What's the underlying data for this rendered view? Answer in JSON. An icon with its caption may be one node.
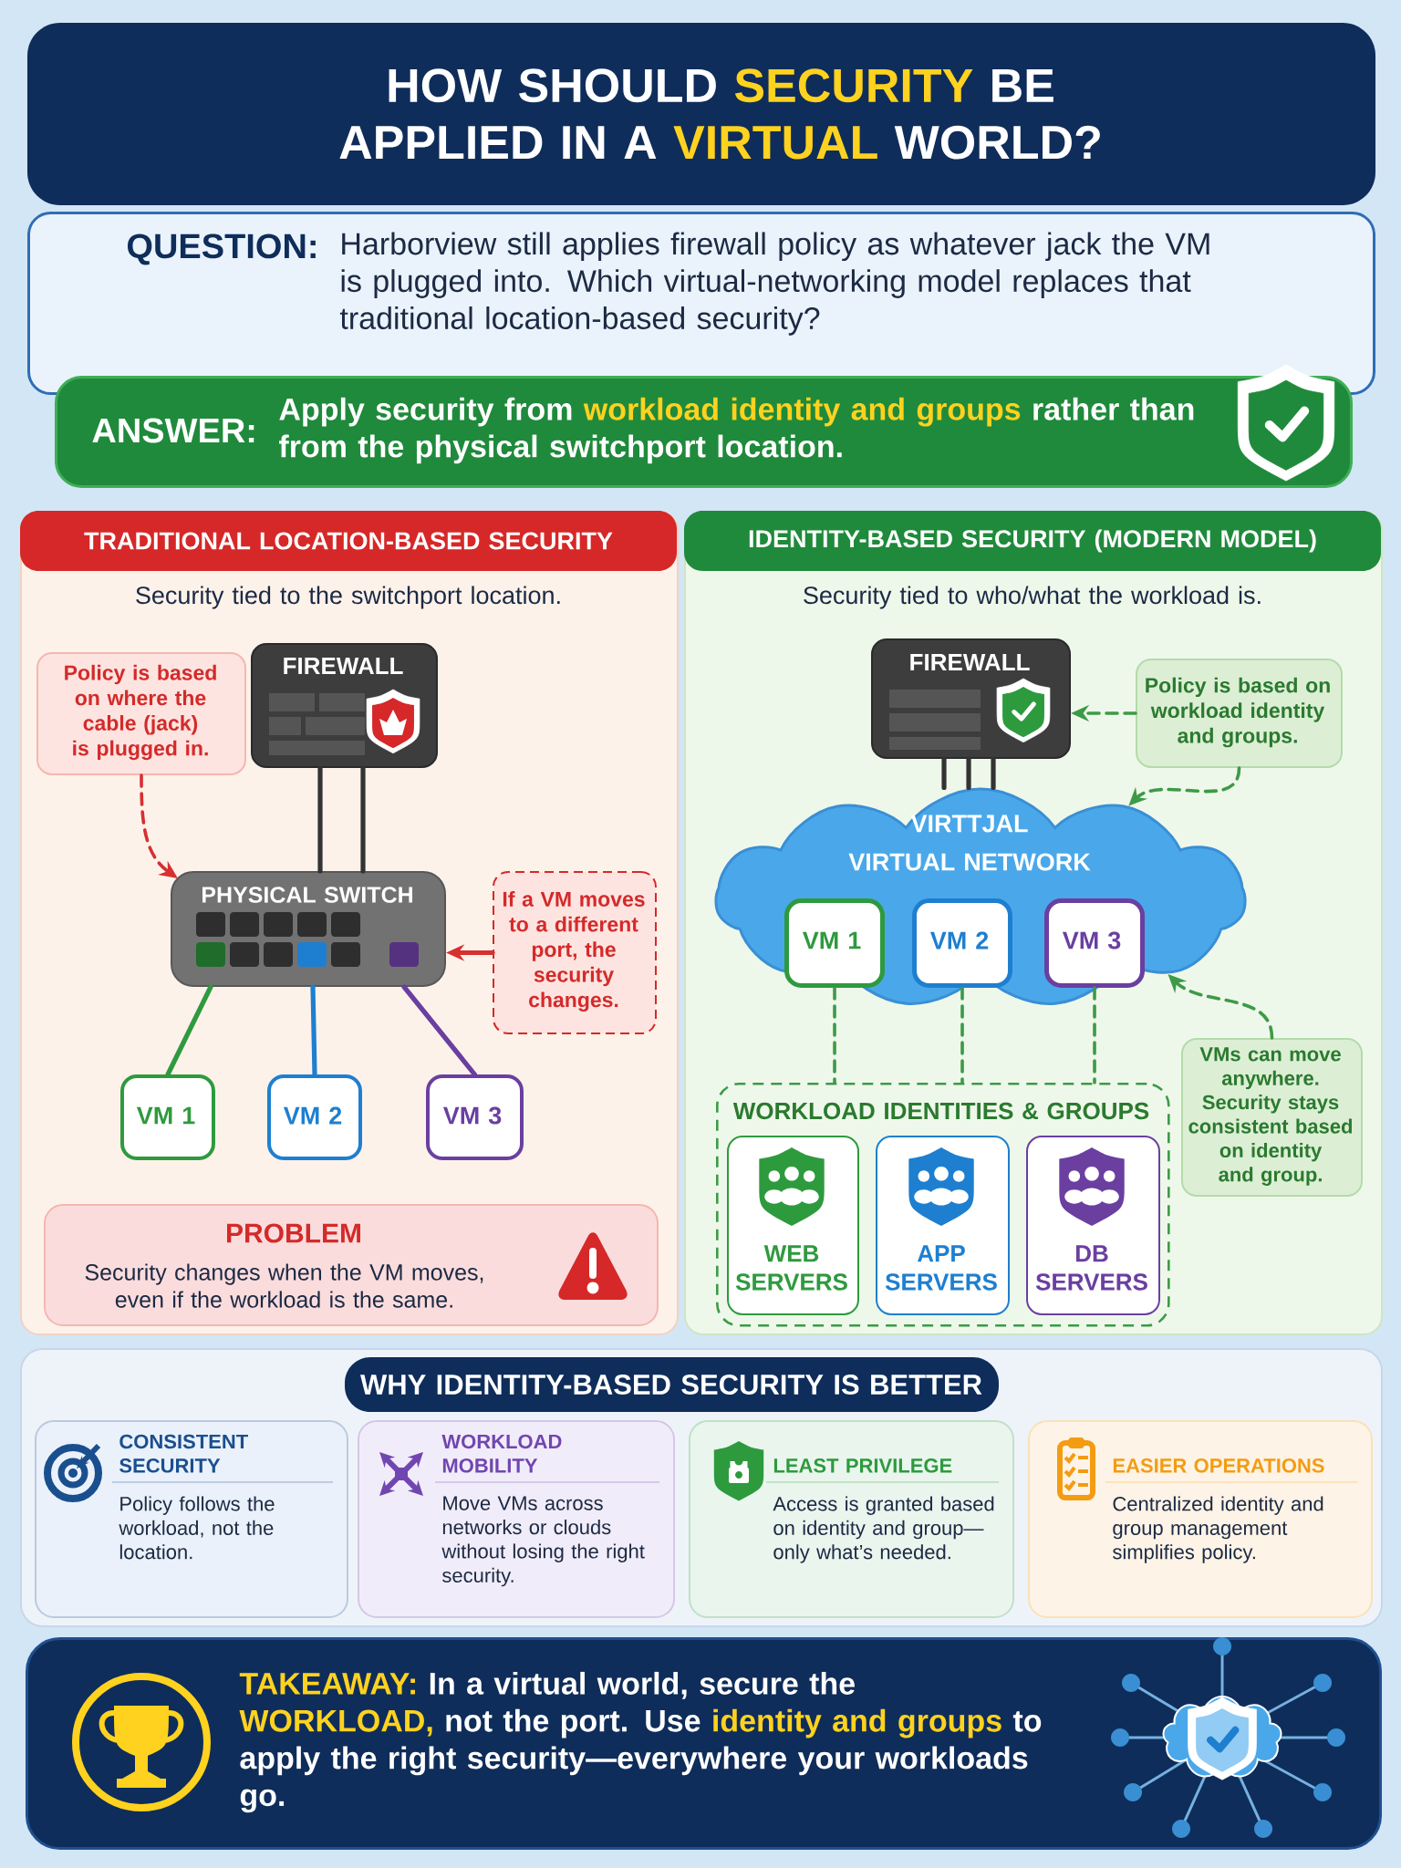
{
  "diagram": {
    "title": "HOW SHOULD **SECURITY** BE APPLIED IN A **VIRTUAL** WORLD?",
    "nodes": [
      {
        "text": [
          "QUESTION:",
          "Harborview still applies firewall policy as whatever jack the VM is plugged into. Which virtual-networking model replaces that traditional location-based security?"
        ]
      },
      {
        "text": [
          "ANSWER:",
          "Apply security from **workload identity and groups** rather than from the physical switchport location."
        ]
      },
      {
        "text": [
          "TRADITIONAL LOCATION-BASED SECURITY",
          "Security tied to the switchport location."
        ]
      },
      {
        "text": [
          "Policy is based on where the cable (jack) is plugged in."
        ],
        "in": 2
      },
      {
        "text": [
          "FIREWALL"
        ],
        "in": 2
      },
      {
        "text": [
          "PHYSICAL SWITCH"
        ],
        "in": 2
      },
      {
        "text": [
          "If a VM moves to a different port, the security changes."
        ],
        "in": 2
      },
      {
        "text": [
          "VM 1"
        ],
        "in": 2
      },
      {
        "text": [
          "VM 2"
        ],
        "in": 2
      },
      {
        "text": [
          "VM 3"
        ],
        "in": 2
      },
      {
        "text": [
          "PROBLEM",
          "Security changes when the VM moves, even if the workload is the same."
        ],
        "in": 2
      },
      {
        "text": [
          "IDENTITY-BASED SECURITY (MODERN MODEL)",
          "Security tied to who/what the workload is."
        ]
      },
      {
        "text": [
          "FIREWALL"
        ],
        "in": 11
      },
      {
        "text": [
          "Policy is based on workload identity and groups."
        ],
        "in": 11
      },
      {
        "text": [
          "VIRTTJAL",
          "VIRTUAL NETWORK"
        ],
        "in": 11
      },
      {
        "text": [
          "VM 1"
        ],
        "in": 14
      },
      {
        "text": [
          "VM 2"
        ],
        "in": 14
      },
      {
        "text": [
          "VM 3"
        ],
        "in": 14
      },
      {
        "text": [
          "WORKLOAD IDENTITIES & GROUPS"
        ],
        "in": 11
      },
      {
        "text": [
          "WEB SERVERS"
        ],
        "in": 18
      },
      {
        "text": [
          "APP SERVERS"
        ],
        "in": 18
      },
      {
        "text": [
          "DB SERVERS"
        ],
        "in": 18
      },
      {
        "text": [
          "VMs can move anywhere. Security stays consistent based on identity and group."
        ],
        "in": 11
      },
      {
        "text": [
          "WHY IDENTITY-BASED SECURITY IS BETTER"
        ]
      },
      {
        "text": [
          "CONSISTENT SECURITY",
          "Policy follows the workload, not the location."
        ],
        "in": 23
      },
      {
        "text": [
          "WORKLOAD MOBILITY",
          "Move VMs across networks or clouds without losing the right security."
        ],
        "in": 23
      },
      {
        "text": [
          "LEAST PRIVILEGE",
          "Access is granted based on identity and group—only what’s needed."
        ],
        "in": 23
      },
      {
        "text": [
          "EASIER OPERATIONS",
          "Centralized identity and group management simplifies policy."
        ],
        "in": 23
      },
      {
        "text": [
          "**TAKEAWAY:** In a virtual world, secure the **WORKLOAD,** not the port. Use **identity and groups** to apply the right security—everywhere your workloads go."
        ]
      }
    ],
    "edges": [
      {
        "from": 4,
        "to": 5,
        "arrow": "none",
        "color": "#333333"
      },
      {
        "from": 4,
        "to": 5,
        "arrow": "none",
        "color": "#333333"
      },
      {
        "from": 5,
        "to": 7,
        "arrow": "none",
        "color": "#2e9a3e"
      },
      {
        "from": 5,
        "to": 8,
        "arrow": "none",
        "color": "#1e7fd0"
      },
      {
        "from": 5,
        "to": 9,
        "arrow": "none",
        "color": "#6a3fa0"
      },
      {
        "from": 3,
        "to": 5,
        "arrow": "to",
        "style": "dashed",
        "color": "#d63031"
      },
      {
        "from": 6,
        "to": 5,
        "arrow": "to",
        "color": "#d63031"
      },
      {
        "from": 12,
        "to": 14,
        "arrow": "none",
        "color": "#333333"
      },
      {
        "from": 12,
        "to": 14,
        "arrow": "none",
        "color": "#333333"
      },
      {
        "from": 12,
        "to": 14,
        "arrow": "none",
        "color": "#333333"
      },
      {
        "from": 13,
        "to": 12,
        "arrow": "to",
        "style": "dashed"
      },
      {
        "from": 13,
        "to": 14,
        "arrow": "to",
        "style": "dashed"
      },
      {
        "from": 15,
        "to": 18,
        "arrow": "none",
        "style": "dashed"
      },
      {
        "from": 16,
        "to": 18,
        "arrow": "none",
        "style": "dashed"
      },
      {
        "from": 17,
        "to": 18,
        "arrow": "none",
        "style": "dashed"
      },
      {
        "from": 22,
        "to": 14,
        "arrow": "to",
        "style": "dashed"
      }
    ]
  }
}
